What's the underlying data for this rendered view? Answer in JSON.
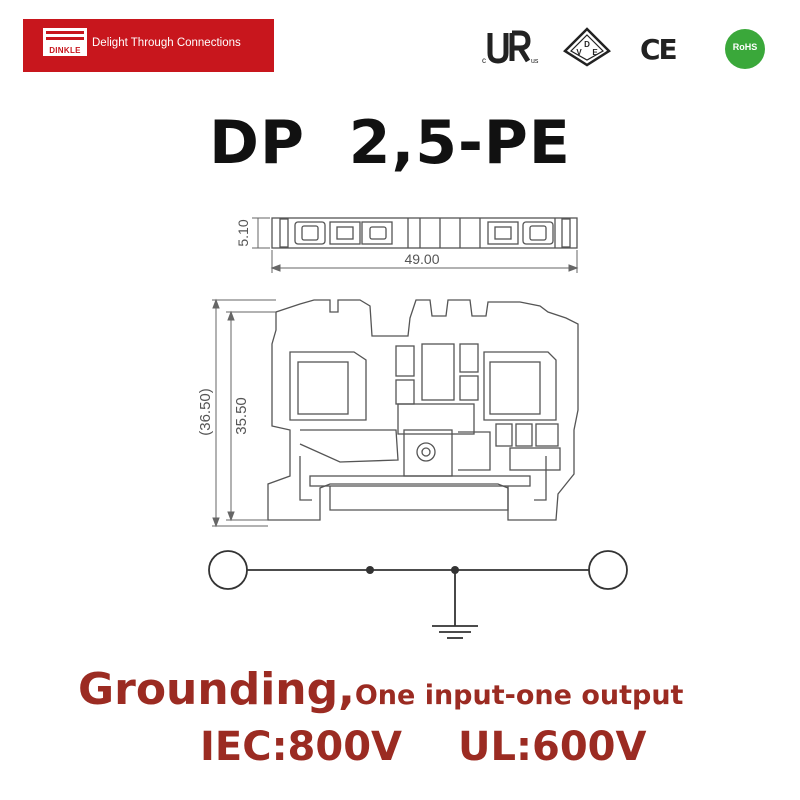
{
  "header": {
    "brand_word": "DINKLE",
    "brand_tagline": "Delight Through Connections",
    "brand_color": "#c8161d",
    "certifications": [
      {
        "icon": "ul-recognized-icon",
        "label": "c UR us"
      },
      {
        "icon": "vde-icon",
        "label": "VDE"
      },
      {
        "icon": "ce-icon",
        "label": "CE"
      },
      {
        "icon": "rohs-icon",
        "label": "RoHS"
      }
    ]
  },
  "product": {
    "model": "DP  2,5-PE"
  },
  "dimensions": {
    "width": "5.10",
    "length": "49.00",
    "height_outer": "(36.50)",
    "height_inner": "35.50"
  },
  "description": {
    "function_main": "Grounding,",
    "function_detail": "One input-one output",
    "iec_rating": "IEC:800V",
    "ul_rating": "UL:600V",
    "text_color": "#9b2b22"
  }
}
